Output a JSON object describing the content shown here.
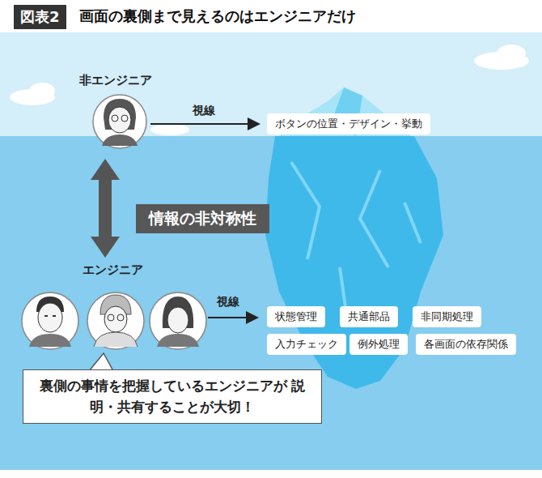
{
  "diagram": {
    "title": "画面の裏側まで見えるのはエンジニアだけ",
    "nodes": [
      {
        "text": [
          "ボタンの位置・デザイン・挙動"
        ]
      },
      {
        "text": [
          "情報の非対称性"
        ]
      },
      {
        "text": [
          "状態管理"
        ]
      },
      {
        "text": [
          "共通部品"
        ]
      },
      {
        "text": [
          "非同期処理"
        ]
      },
      {
        "text": [
          "入力チェック"
        ]
      },
      {
        "text": [
          "例外処理"
        ]
      },
      {
        "text": [
          "各画面の依存関係"
        ]
      },
      {
        "text": [
          "裏側の事情を把握しているエンジニアが 説明・共有することが大切！"
        ]
      }
    ],
    "labels": [
      "図表2",
      "非エンジニア",
      "視線",
      "エンジニア",
      "視線"
    ]
  }
}
